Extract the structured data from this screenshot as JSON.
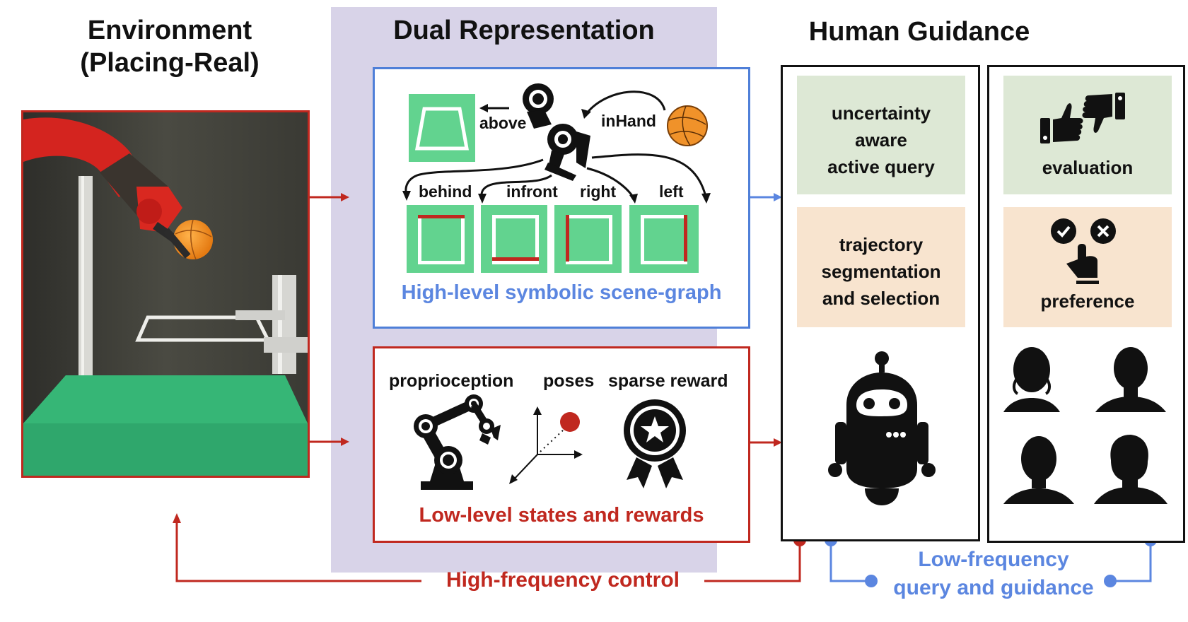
{
  "sections": {
    "environment": {
      "title_line1": "Environment",
      "title_line2": "(Placing-Real)",
      "photo_alt": "Red robot arm holding an orange basketball above a white frame over a green table"
    },
    "dual_representation": {
      "title": "Dual Representation",
      "high_level": {
        "caption": "High-level symbolic scene-graph",
        "relations": {
          "above": "above",
          "inHand": "inHand",
          "behind": "behind",
          "infront": "infront",
          "right": "right",
          "left": "left"
        }
      },
      "low_level": {
        "caption": "Low-level states and rewards",
        "items": [
          "proprioception",
          "poses",
          "sparse reward"
        ]
      }
    },
    "human_guidance": {
      "title": "Human Guidance",
      "left_column": {
        "card1": {
          "line1": "uncertainty",
          "line2": "aware",
          "line3": "active query"
        },
        "card2": {
          "line1": "trajectory",
          "line2": "segmentation",
          "line3": "and selection"
        }
      },
      "right_column": {
        "card1": {
          "label": "evaluation"
        },
        "card2": {
          "label": "preference"
        }
      }
    }
  },
  "flows": {
    "high_frequency": "High-frequency control",
    "low_frequency_line1": "Low-frequency",
    "low_frequency_line2": "query and guidance"
  },
  "colors": {
    "red": "#c0281f",
    "blue": "#5b86e0",
    "purple_panel": "#d8d3e8",
    "tile_green": "#62d38f",
    "card_green": "#dde8d5",
    "card_peach": "#f8e4cf"
  }
}
